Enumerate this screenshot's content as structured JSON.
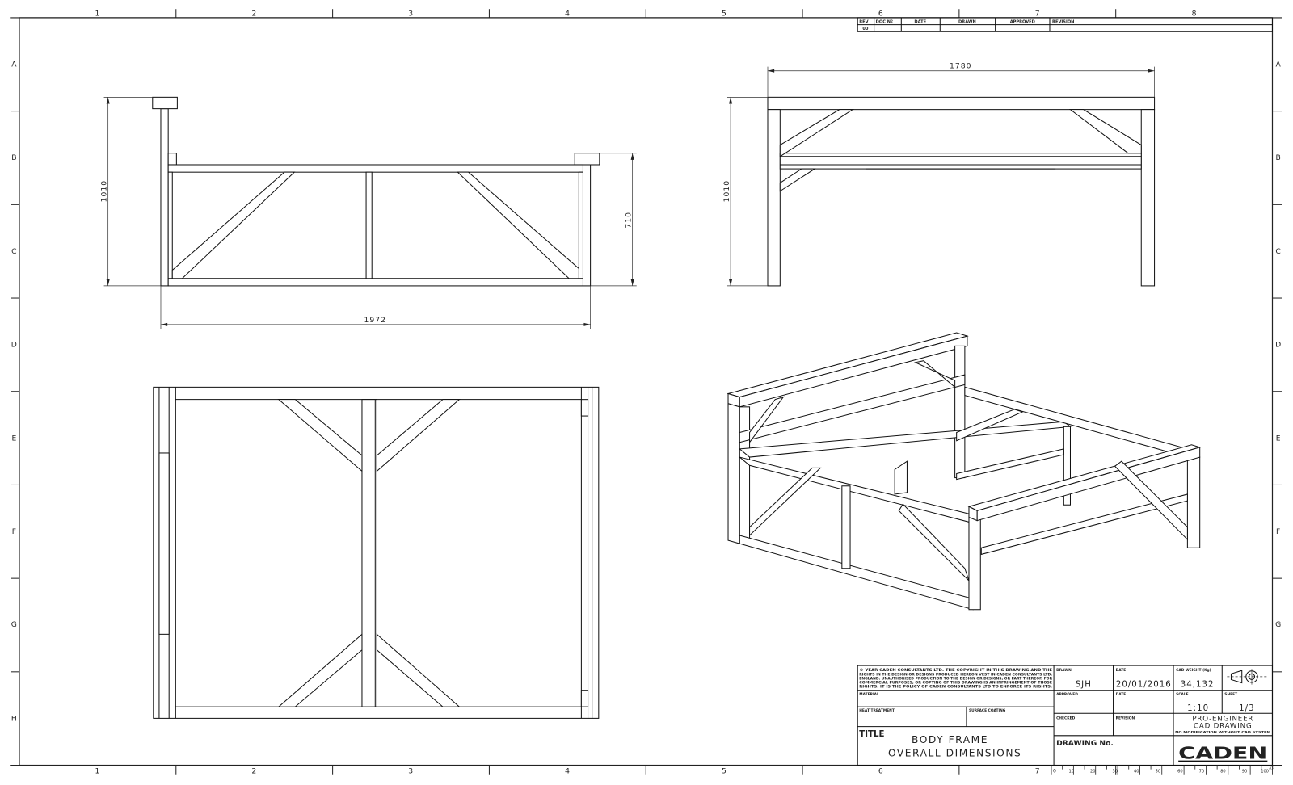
{
  "border": {
    "columns": [
      "1",
      "2",
      "3",
      "4",
      "5",
      "6",
      "7",
      "8"
    ],
    "rows": [
      "A",
      "B",
      "C",
      "D",
      "E",
      "F",
      "G",
      "H"
    ]
  },
  "revision_table": {
    "headers": [
      "REV",
      "DOC Nº",
      "DATE",
      "DRAWN",
      "APPROVED",
      "REVISION"
    ],
    "rows": [
      [
        "00",
        "",
        "",
        "",
        "",
        ""
      ]
    ]
  },
  "views": {
    "front": {
      "height_total": "1010",
      "height_partial": "710",
      "width": "1972"
    },
    "side": {
      "width": "1780",
      "height": "1010"
    }
  },
  "title_block": {
    "copyright": [
      "© YEAR        CADEN CONSULTANTS LTD. THE COPYRIGHT IN THIS DRAWING AND THE",
      "RIGHTS IN THE DESIGN OR DESIGNS PRODUCED HEREON VEST IN CADEN CONSULTANTS LTD,",
      "ENGLAND. UNAUTHORISED PRODUCTION TO THE DESIGN OR DESIGNS, OR PART THEREOF, FOR",
      "COMMERCIAL PURPOSES, OR COPYING OF THIS DRAWING IS AN INFRINGEMENT OF THOSE",
      "RIGHTS. IT IS THE POLICY OF CADEN CONSULTANTS LTD TO ENFORCE ITS RIGHTS."
    ],
    "material_label": "MATERIAL",
    "heat_treatment_label": "HEAT TREATMENT",
    "surface_coating_label": "SURFACE COATING",
    "title_label": "TITLE",
    "title_line1": "BODY FRAME",
    "title_line2": "OVERALL DIMENSIONS",
    "drawn_label": "DRAWN",
    "drawn_value": "SJH",
    "date_label": "DATE",
    "date_value": "20/01/2016",
    "cad_weight_label": "CAD WEIGHT (Kg)",
    "cad_weight_value": "34,132",
    "approved_label": "APPROVED",
    "approved_date_label": "DATE",
    "scale_label": "SCALE",
    "scale_value": "1:10",
    "sheet_label": "SHEET",
    "sheet_value": "1/3",
    "checked_label": "CHECKED",
    "revision_label": "REVISION",
    "cad_line1": "PRO-ENGINEER",
    "cad_line2": "CAD DRAWING",
    "cad_line3": "NO MODIFICATION WITHOUT CAD SYSTEM",
    "drawing_no_label": "DRAWING No.",
    "logo": "CADEN",
    "projection_icon": "third-angle-projection-icon"
  },
  "scale_bar": {
    "labels": [
      "0",
      "10",
      "20",
      "30",
      "40",
      "50",
      "60",
      "70",
      "80",
      "90",
      "100"
    ],
    "sheet_size": "A3"
  }
}
